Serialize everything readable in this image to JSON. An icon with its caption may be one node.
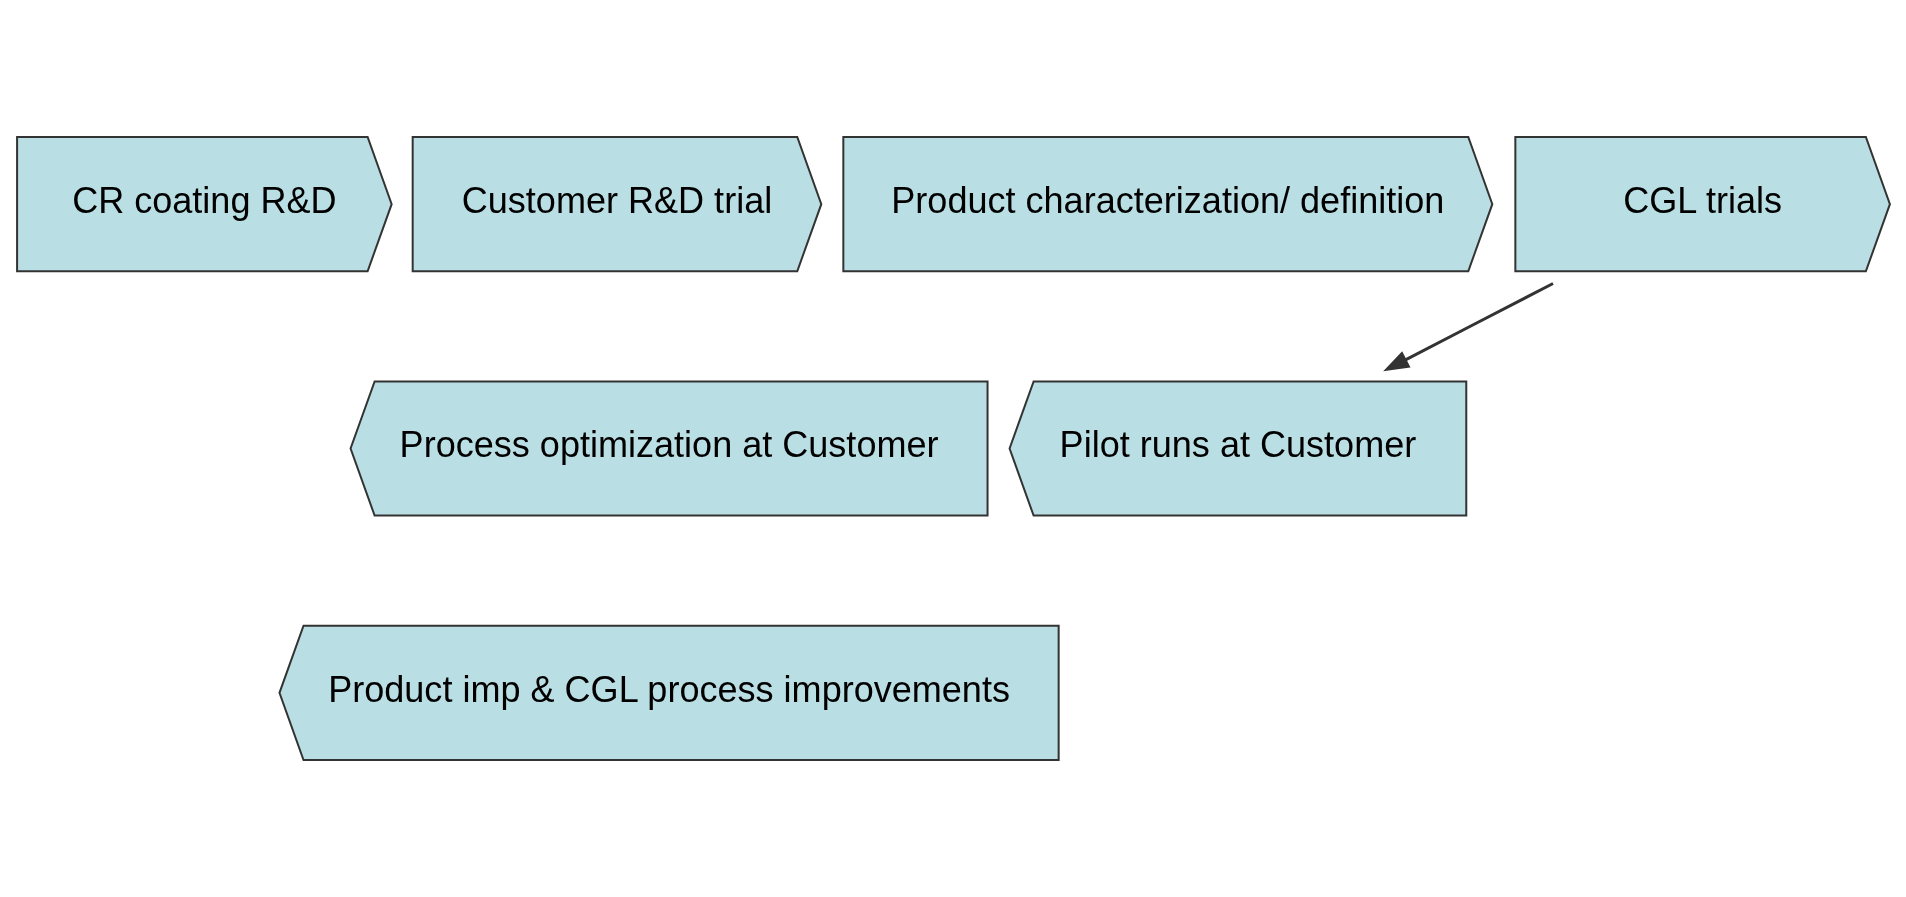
{
  "diagram": {
    "nodes": [
      {
        "text": [
          "CR coating R&D"
        ]
      },
      {
        "text": [
          "Customer R&D trial"
        ]
      },
      {
        "text": [
          "Product characterization/ definition"
        ]
      },
      {
        "text": [
          "CGL trials"
        ]
      },
      {
        "text": [
          "Process optimization at Customer"
        ]
      },
      {
        "text": [
          "Pilot runs at Customer"
        ]
      },
      {
        "text": [
          "Product imp & CGL process improvements"
        ]
      }
    ],
    "edges": [
      {
        "from": 3,
        "to": 5,
        "arrow": "to"
      }
    ]
  }
}
